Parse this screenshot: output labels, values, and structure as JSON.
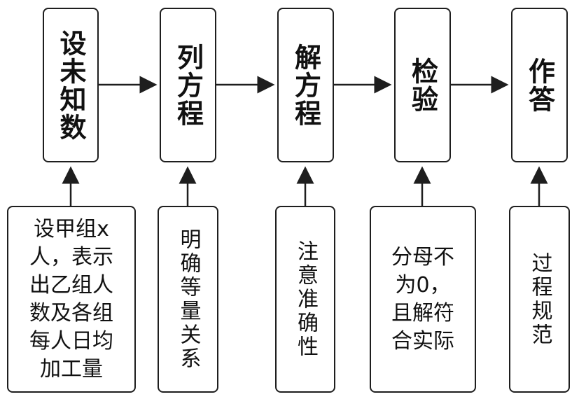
{
  "steps": [
    {
      "label": "设未知数"
    },
    {
      "label": "列方程"
    },
    {
      "label": "解方程"
    },
    {
      "label": "检验"
    },
    {
      "label": "作答"
    }
  ],
  "notes": [
    {
      "text": "设甲组x\n人，表示\n出乙组人\n数及各组\n每人日均\n加工量"
    },
    {
      "text": "明确等量关系"
    },
    {
      "text": "注意准确性"
    },
    {
      "text": "分母不\n为0，\n且解符\n合实际"
    },
    {
      "text": "过程规范"
    }
  ],
  "colors": {
    "stroke": "#1e1e1e",
    "text": "#111111"
  }
}
